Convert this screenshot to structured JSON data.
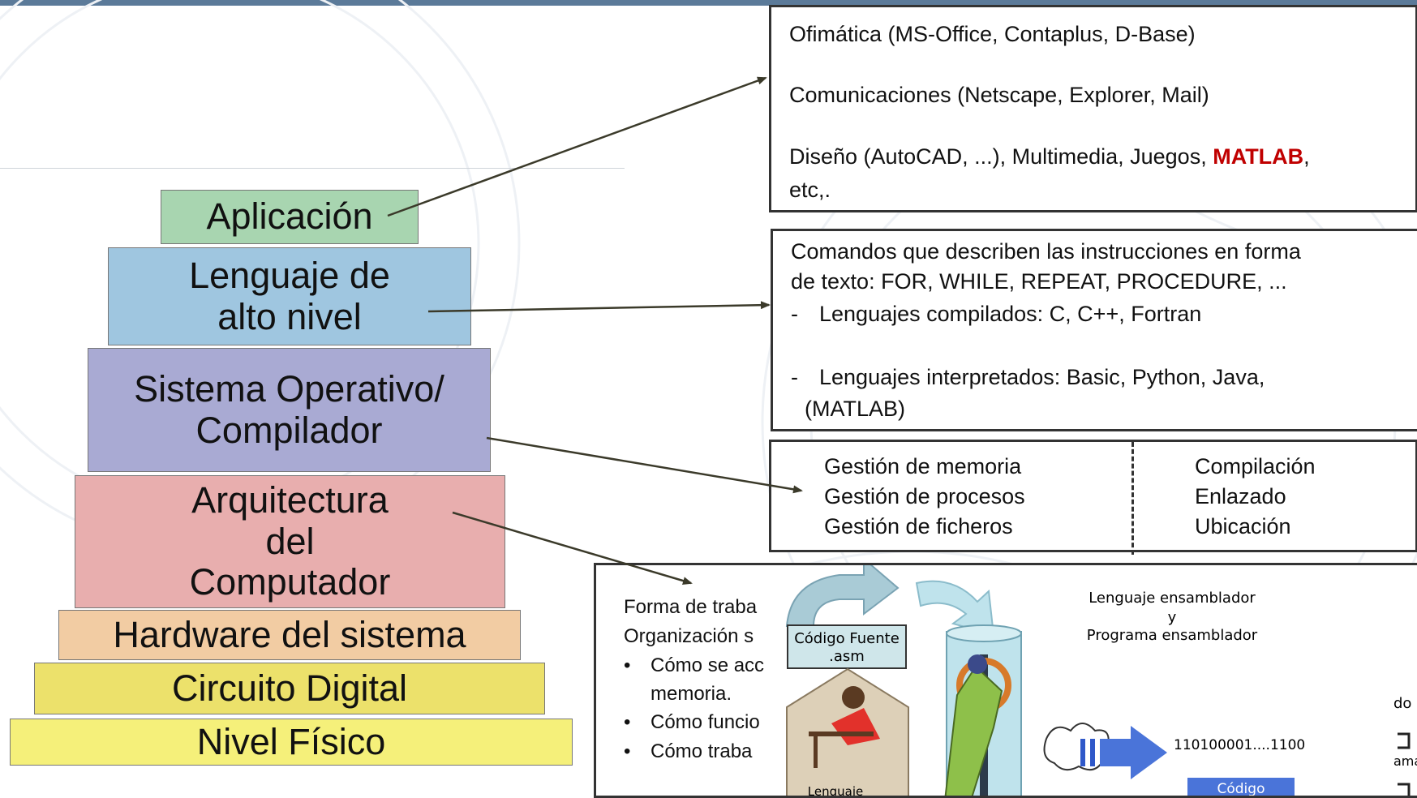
{
  "pyramid": [
    {
      "lines": [
        "Aplicación"
      ],
      "color": "#a8d5b0"
    },
    {
      "lines": [
        "Lenguaje de",
        "alto nivel"
      ],
      "color": "#9fc6e0"
    },
    {
      "lines": [
        "Sistema Operativo/",
        "Compilador"
      ],
      "color": "#a9aad3"
    },
    {
      "lines": [
        "Arquitectura",
        "del",
        "Computador"
      ],
      "color": "#e8aeae"
    },
    {
      "lines": [
        "Hardware del sistema"
      ],
      "color": "#f2cca3"
    },
    {
      "lines": [
        "Circuito Digital"
      ],
      "color": "#ece16b"
    },
    {
      "lines": [
        "Nivel Físico"
      ],
      "color": "#f5f07a"
    }
  ],
  "app_box": {
    "line1": "Ofimática (MS-Office, Contaplus, D-Base)",
    "line2": "Comunicaciones (Netscape, Explorer, Mail)",
    "line3_pre": "Diseño (AutoCAD, ...), Multimedia, Juegos, ",
    "line3_highlight": "MATLAB",
    "line3_post": ",",
    "line4": "etc,."
  },
  "lang_box": {
    "line1": "Comandos que describen las instrucciones en forma",
    "line2": "de texto: FOR, WHILE, REPEAT, PROCEDURE, ...",
    "bullet1_dash": "-",
    "bullet1": "Lenguajes compilados: C, C++, Fortran",
    "bullet2_dash": "-",
    "bullet2": "Lenguajes interpretados: Basic, Python, Java,",
    "bullet2_cont": "(MATLAB)"
  },
  "os_box": {
    "left": [
      "Gestión de memoria",
      "Gestión de procesos",
      "Gestión de ficheros"
    ],
    "right": [
      "Compilación",
      "Enlazado",
      "Ubicación"
    ]
  },
  "arch_box": {
    "line1": "Forma de traba",
    "line2": "Organización s",
    "bullets": [
      "Cómo se acc",
      "memoria.",
      "Cómo funcio",
      "Cómo traba"
    ],
    "bullet_symbol": "•",
    "source_code": "Código Fuente",
    "source_ext": ".asm",
    "asm_title1": "Lenguaje ensamblador",
    "asm_title2": "y",
    "asm_title3": "Programa ensamblador",
    "binary": "110100001....1100",
    "machine_code": "Código Máquina",
    "lang_under": "Lenguaje",
    "edge1": "do",
    "edge2": "ama"
  }
}
